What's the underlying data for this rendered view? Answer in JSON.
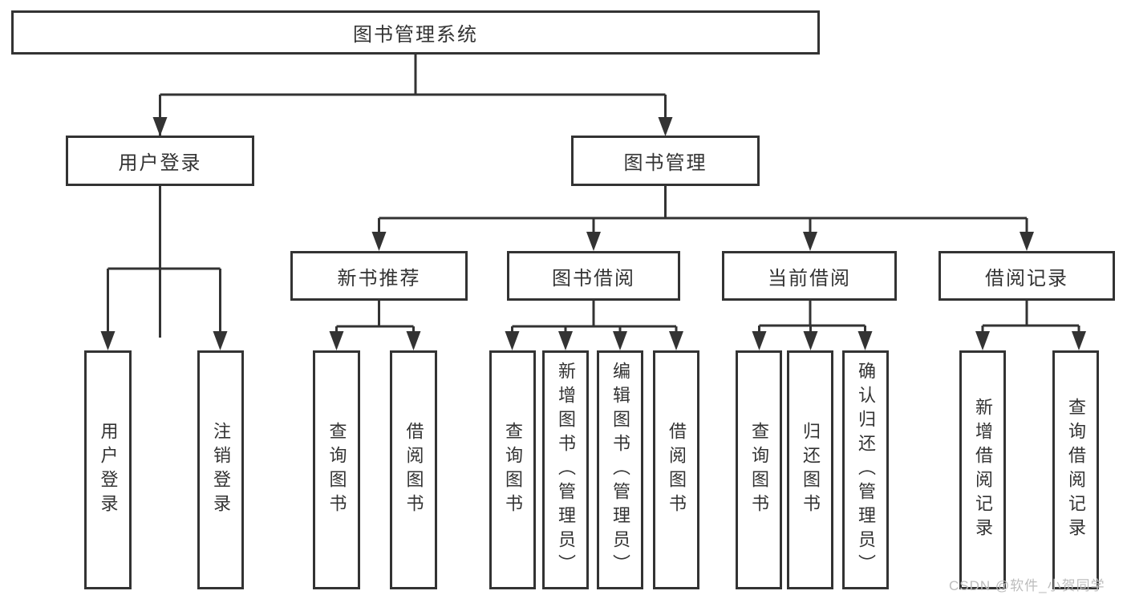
{
  "diagram_title": "图书管理系统",
  "tree": {
    "root": "图书管理系统",
    "level2": {
      "login": "用户登录",
      "manage": "图书管理"
    },
    "login_leaves": [
      "用户登录",
      "注销登录"
    ],
    "manage_level3": [
      "新书推荐",
      "图书借阅",
      "当前借阅",
      "借阅记录"
    ],
    "recommend_leaves": [
      "查询图书",
      "借阅图书"
    ],
    "borrow_leaves": [
      "查询图书",
      "新增图书（管理员）",
      "编辑图书（管理员）",
      "借阅图书"
    ],
    "current_leaves": [
      "查询图书",
      "归还图书",
      "确认归还（管理员）"
    ],
    "record_leaves": [
      "新增借阅记录",
      "查询借阅记录"
    ]
  },
  "watermark": "CSDN @软件_小贺同学",
  "colors": {
    "line": "#333333",
    "text": "#333333",
    "background": "#ffffff",
    "watermark": "#bdbdbd"
  }
}
